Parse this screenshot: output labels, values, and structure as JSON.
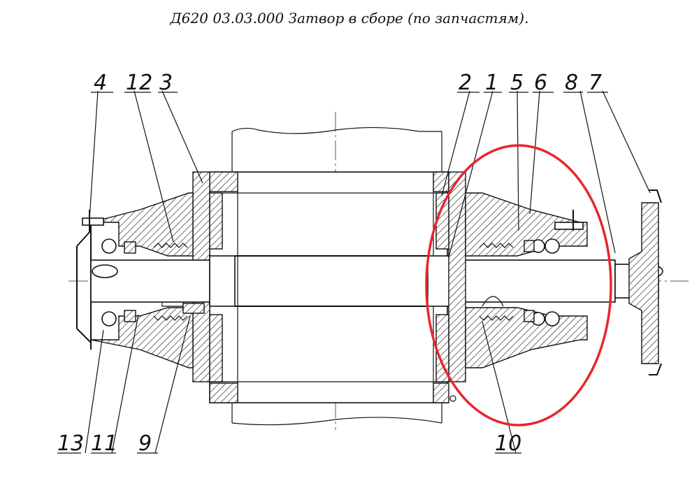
{
  "title": "Д620 03.03.000 Затвор в сборе (по запчастям).",
  "labels": {
    "l4": "4",
    "l12": "12",
    "l3": "3",
    "l2": "2",
    "l1": "1",
    "l5": "5",
    "l6": "6",
    "l8": "8",
    "l7": "7",
    "l13": "13",
    "l11": "11",
    "l9": "9",
    "l10": "10"
  },
  "colors": {
    "highlight": "#e8262d",
    "line": "#111111"
  }
}
